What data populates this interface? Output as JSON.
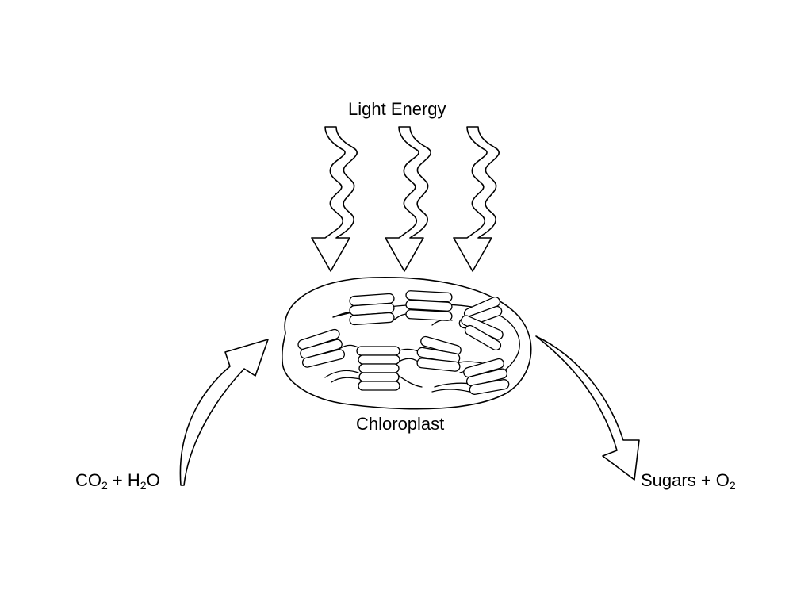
{
  "diagram": {
    "light_label": "Light Energy",
    "organelle_label": "Chloroplast",
    "reactants": {
      "co": "CO",
      "co_sub": "2",
      "plus_h": " + H",
      "h_sub": "2",
      "o": "O"
    },
    "products": {
      "sugars": "Sugars + O",
      "o_sub": "2"
    },
    "colors": {
      "stroke": "#000000",
      "fill": "#ffffff"
    },
    "icons": [
      "light-ray-arrow-icon",
      "chloroplast-icon",
      "input-arrow-icon",
      "output-arrow-icon"
    ]
  }
}
